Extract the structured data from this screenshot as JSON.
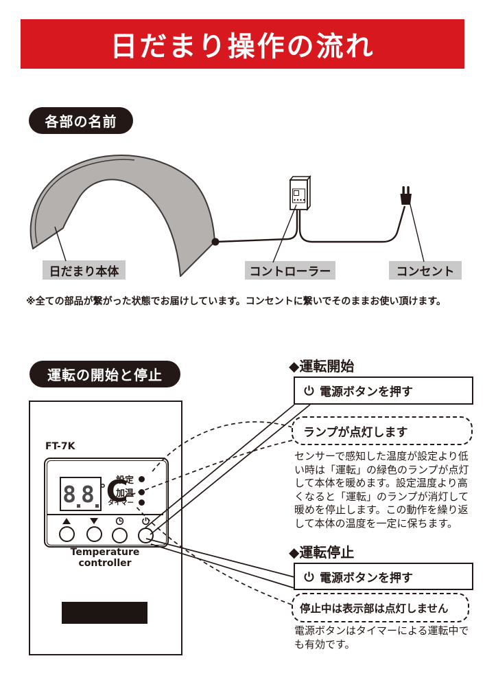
{
  "colors": {
    "accent_red": "#d7181f",
    "ink_black": "#231815",
    "label_gray": "#c9c9ca",
    "arch_gray": "#b5b1ae"
  },
  "header": {
    "title": "日だまり操作の流れ"
  },
  "parts": {
    "heading": "各部の名前",
    "body_label": "日だまり本体",
    "controller_label": "コントローラー",
    "outlet_label": "コンセント",
    "note": "※全ての部品が繋がった状態でお届けしています。コンセントに繋いでそのままお使い頂けます。"
  },
  "operation": {
    "heading": "運転の開始と停止",
    "device": {
      "model": "FT-7K",
      "display_value": "8.8.",
      "left_digit": "8",
      "right_digit": "8",
      "degree": "°",
      "unit": "C",
      "led_set": "設定",
      "led_heat": "加温",
      "led_timer": "タイマー",
      "up_glyph": "▲",
      "down_glyph": "▼",
      "caption": "Temperature controller"
    },
    "start": {
      "heading": "◆運転開始",
      "step_button": "電源ボタンを押す",
      "step_lamp": "ランプが点灯します",
      "description": "センサーで感知した温度が設定より低い時は「運転」の緑色のランプが点灯して本体を暖めます。設定温度より高くなると「運転」のランプが消灯して暖めを停止します。この動作を繰り返して本体の温度を一定に保ちます。"
    },
    "stop": {
      "heading": "◆運転停止",
      "step_button": "電源ボタンを押す",
      "step_note": "停止中は表示部は点灯しません",
      "description": "電源ボタンはタイマーによる運転中でも有効です。"
    }
  }
}
